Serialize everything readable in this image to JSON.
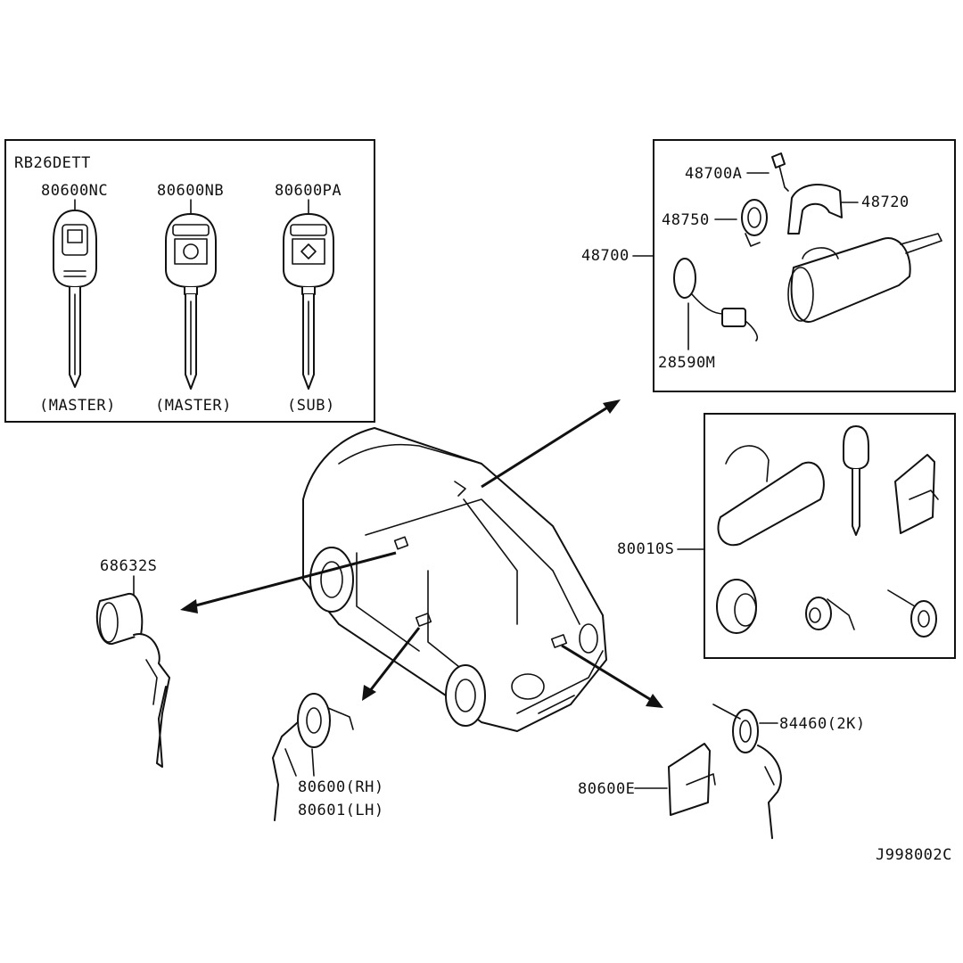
{
  "engine_label": "RB26DETT",
  "keys": [
    {
      "part": "80600NC",
      "role": "(MASTER)"
    },
    {
      "part": "80600NB",
      "role": "(MASTER)"
    },
    {
      "part": "80600PA",
      "role": "(SUB)"
    }
  ],
  "ignition_group": {
    "main": "48700",
    "parts": [
      "48700A",
      "48720",
      "48750",
      "28590M"
    ]
  },
  "lock_set": "80010S",
  "parts": {
    "glovebox_lock": "68632S",
    "door_lock_rh": "80600(RH)",
    "door_lock_lh": "80601(LH)",
    "trunk_lock": "84460(2K)",
    "trunk_bracket": "80600E"
  },
  "diagram_code": "J998002C",
  "colors": {
    "ink": "#111111",
    "background": "#ffffff"
  }
}
